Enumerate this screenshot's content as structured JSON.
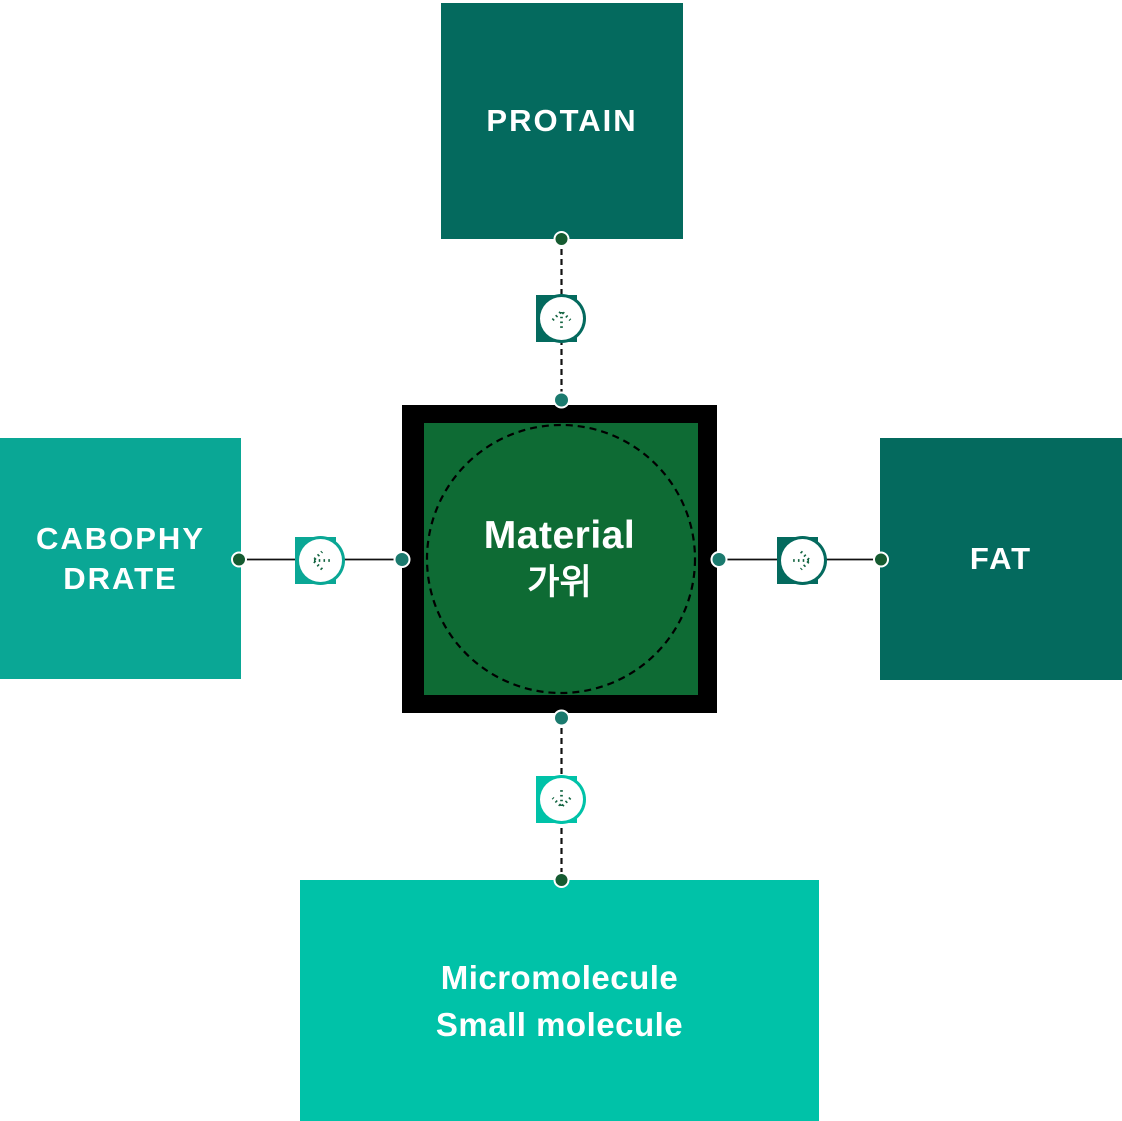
{
  "diagram": {
    "type": "cross-diagram",
    "center": {
      "line1": "Material",
      "line2": "가위",
      "bg_color": "#0E6B34",
      "border_color": "#000000",
      "inscribed_circle_style": "dashed"
    },
    "nodes": {
      "top": {
        "label": "PROTAIN",
        "bg_color": "#046A5E",
        "text_color": "#FFFFFF"
      },
      "left": {
        "line1": "CABOPHY",
        "line2": "DRATE",
        "bg_color": "#0AA795",
        "text_color": "#FFFFFF"
      },
      "right": {
        "label": "FAT",
        "bg_color": "#046A5E",
        "text_color": "#FFFFFF"
      },
      "bottom": {
        "line1": "Micromolecule",
        "line2": "Small molecule",
        "bg_color": "#00C2A8",
        "text_color": "#FFFFFF"
      }
    },
    "connectors": {
      "top": {
        "style": "dashed",
        "icon": "arrow-up-icon",
        "icon_color": "#046A5E"
      },
      "bottom": {
        "style": "dashed",
        "icon": "arrow-down-icon",
        "icon_color": "#00C2A8"
      },
      "left": {
        "style": "solid",
        "icon": "arrow-left-icon",
        "icon_color": "#0AA795"
      },
      "right": {
        "style": "solid",
        "icon": "arrow-right-icon",
        "icon_color": "#046A5E"
      },
      "line_color": "#111111",
      "outer_dot_color": "#155B31",
      "center_dot_color": "#1B7A6E",
      "dot_ring_color": "#FFFFFF",
      "arrow_glyph_color": "#11633F"
    },
    "background_color": "#FFFFFF"
  }
}
